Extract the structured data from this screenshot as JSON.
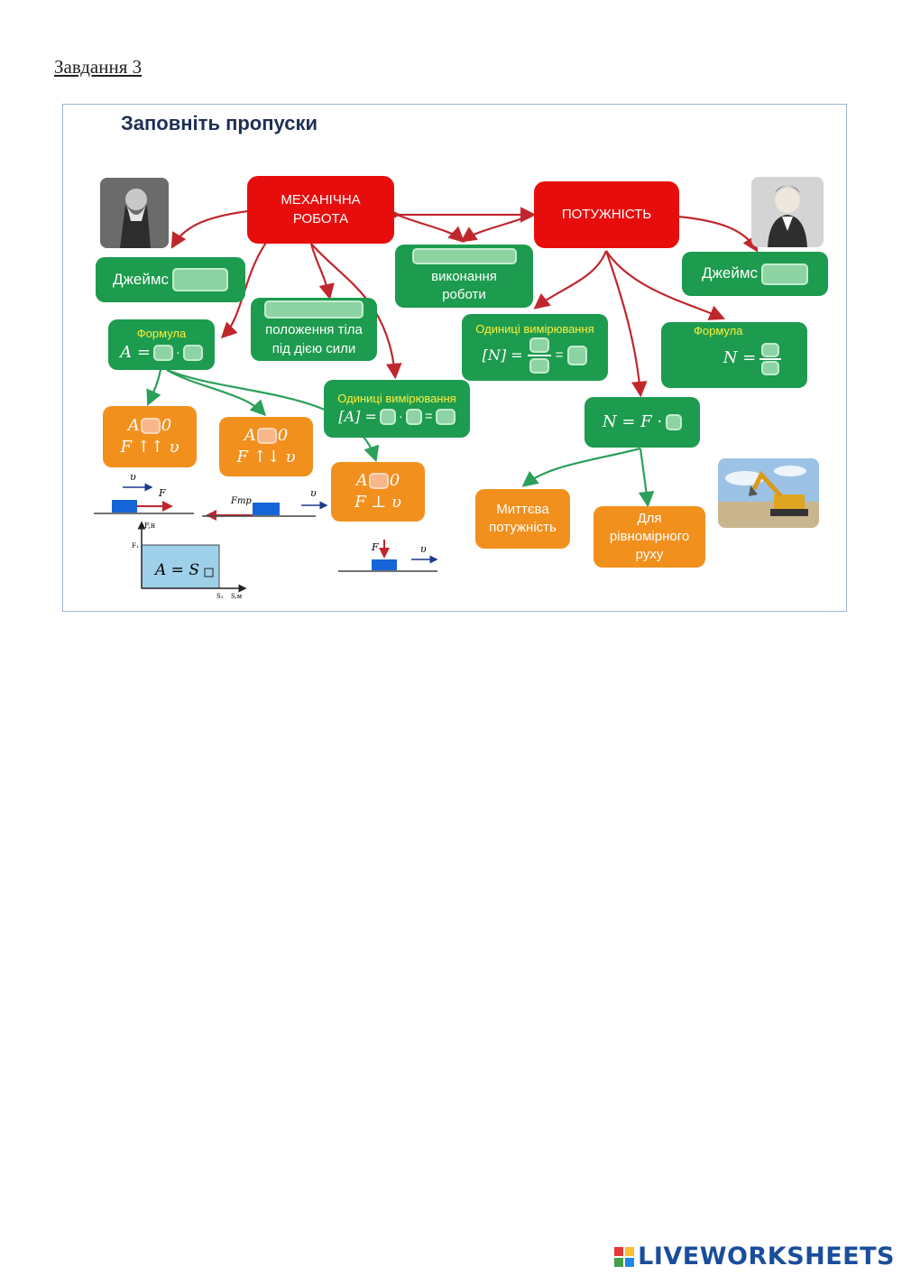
{
  "task_title": "Завдання 3",
  "map": {
    "title": "Заповніть пропуски",
    "work": {
      "title_line1": "МЕХАНІЧНА",
      "title_line2": "РОБОТА",
      "scientist_label": "Джеймс",
      "definition_text_line1": "положення тіла",
      "definition_text_line2": "під дією сили",
      "formula_label": "Формула",
      "formula_lhs": "A =",
      "formula_dot": "·",
      "units_label": "Одиниці вимірювання",
      "units_lhs": "[A] =",
      "units_dot": "·",
      "units_eq": "=",
      "case1_end": "0",
      "case1_line2": "F ↑↑ υ",
      "case2_end": "0",
      "case2_line2": "F ↑↓ υ",
      "case3_end": "0",
      "case3_line2": "F ⊥ υ",
      "case1_A": "A",
      "case2_A": "A",
      "case3_A": "A",
      "graph_formula": "A = S",
      "graph_y_axis": "F,н",
      "graph_x_axis": "S,м",
      "graph_f1": "F₁",
      "graph_s1": "S₁",
      "vec_v": "υ",
      "vec_F": "F",
      "vec_Ftr": "Fтр"
    },
    "center": {
      "text_line1": "виконання",
      "text_line2": "роботи"
    },
    "power": {
      "title": "ПОТУЖНІСТЬ",
      "scientist_label": "Джеймс",
      "units_label": "Одиниці вимірювання",
      "units_lhs": "[N] =",
      "units_eq": "=",
      "formula_label": "Формула",
      "formula_lhs": "N =",
      "formula2": "N = F ·",
      "instant_line1": "Миттєва",
      "instant_line2": "потужність",
      "uniform_line1": "Для",
      "uniform_line2": "рівномірного",
      "uniform_line3": "руху"
    }
  },
  "footer": {
    "logo_text": "LIVEWORKSHEETS",
    "logo_colors": [
      "#e53935",
      "#fbc02d",
      "#43a047",
      "#1e88e5"
    ]
  }
}
